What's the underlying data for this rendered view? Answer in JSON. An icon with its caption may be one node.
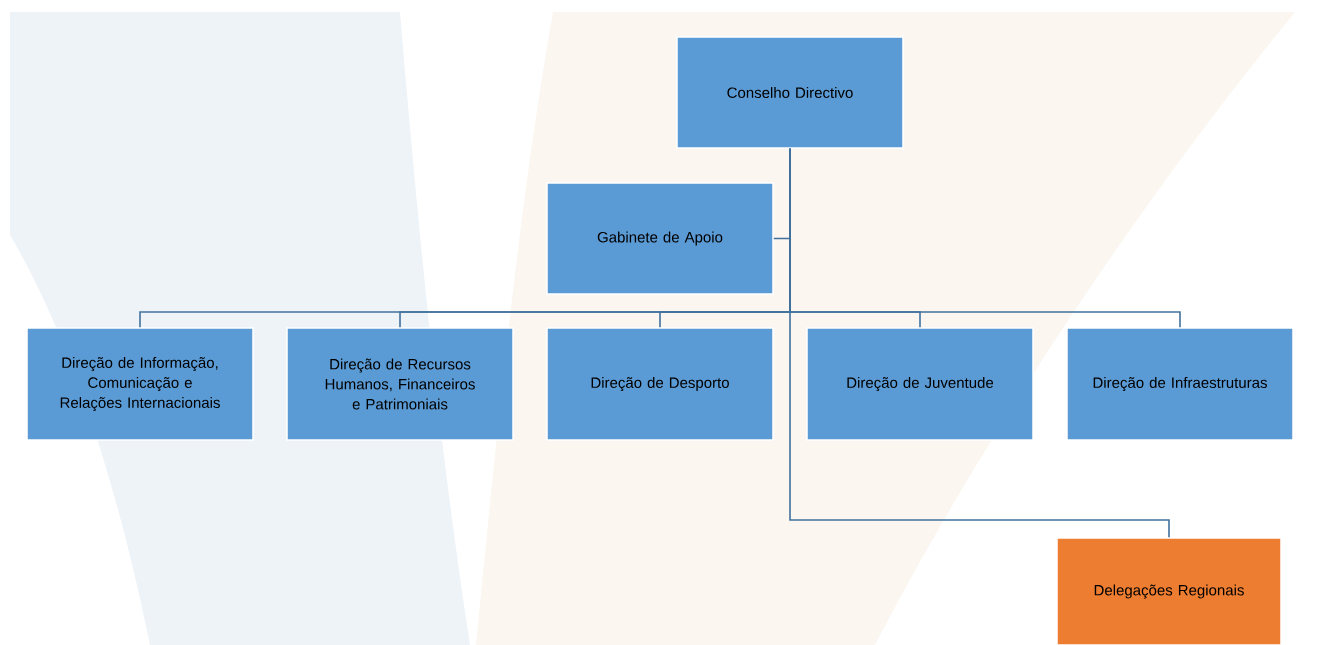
{
  "diagram": {
    "nodes": [
      {
        "text": [
          "Conselho Directivo"
        ]
      },
      {
        "text": [
          "Gabinete de Apoio"
        ]
      },
      {
        "text": [
          "Direção de Informação, Comunicação e Relações Internacionais"
        ]
      },
      {
        "text": [
          "Direção de Recursos Humanos, Financeiros e Patrimoniais"
        ]
      },
      {
        "text": [
          "Direção de Desporto"
        ]
      },
      {
        "text": [
          "Direção de Juventude"
        ]
      },
      {
        "text": [
          "Direção de Infraestruturas"
        ]
      },
      {
        "text": [
          "Delegações Regionais"
        ]
      }
    ],
    "edges": [
      {
        "from": 0,
        "to": 1,
        "arrow": "none"
      },
      {
        "from": 0,
        "to": 2,
        "arrow": "none"
      },
      {
        "from": 0,
        "to": 3,
        "arrow": "none"
      },
      {
        "from": 0,
        "to": 4,
        "arrow": "none"
      },
      {
        "from": 0,
        "to": 5,
        "arrow": "none"
      },
      {
        "from": 0,
        "to": 6,
        "arrow": "none"
      },
      {
        "from": 0,
        "to": 7,
        "arrow": "none"
      }
    ]
  }
}
